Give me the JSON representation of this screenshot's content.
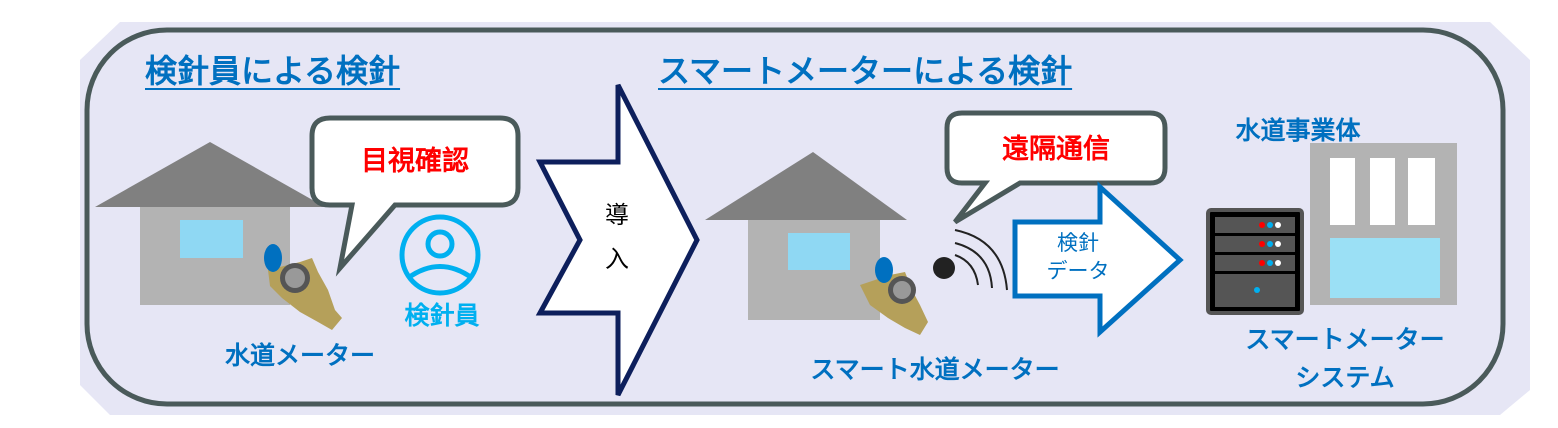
{
  "titles": {
    "before": "検針員による検針",
    "after": "スマートメーターによる検針"
  },
  "before": {
    "bubble": "目視確認",
    "inspector_label": "検針員",
    "meter_label": "水道メーター"
  },
  "transition": {
    "label_1": "導",
    "label_2": "入"
  },
  "after": {
    "bubble": "遠隔通信",
    "data_arrow_1": "検針",
    "data_arrow_2": "データ",
    "meter_label": "スマート水道メーター",
    "utility_label": "水道事業体",
    "system_label_1": "スマートメーター",
    "system_label_2": "システム"
  },
  "colors": {
    "accent": "#0070c0",
    "alert": "#ff0000",
    "inspector": "#00b0f0",
    "panel": "#e6e6f5",
    "border": "#4a5a5a"
  }
}
